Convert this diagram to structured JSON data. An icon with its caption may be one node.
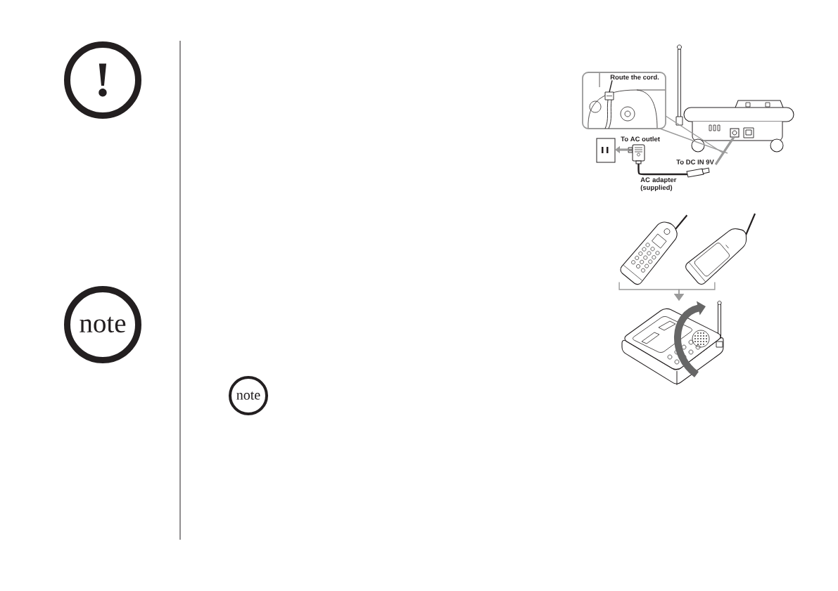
{
  "diagram": {
    "nodes": [
      {
        "text": [
          "!"
        ]
      },
      {
        "text": [
          "note"
        ]
      },
      {
        "text": [
          "note"
        ]
      },
      {
        "text": [],
        "shape": "picture"
      },
      {
        "text": [],
        "shape": "picture"
      },
      {
        "text": [
          "Route the cord."
        ],
        "in": 4
      },
      {
        "text": [],
        "shape": "picture",
        "in": 4
      },
      {
        "text": [],
        "shape": "picture"
      },
      {
        "text": [],
        "shape": "picture"
      },
      {
        "text": [
          "To DC IN 9V"
        ]
      },
      {
        "text": [],
        "shape": "box",
        "in": 3
      },
      {
        "text": [],
        "shape": "picture"
      },
      {
        "text": [],
        "shape": "picture"
      },
      {
        "text": [],
        "shape": "picture"
      }
    ],
    "edges": [
      {
        "from": 8,
        "to": 7,
        "arrow": "to",
        "style": "thick"
      },
      {
        "from": 9,
        "to": 10,
        "arrow": "none",
        "style": "thick"
      },
      {
        "from": 5,
        "to": 6,
        "arrow": "none",
        "color": "#231f20"
      },
      {
        "from": 4,
        "to": 3,
        "arrow": "none"
      },
      {
        "from": 4,
        "to": 3,
        "arrow": "none"
      },
      {
        "from": 11,
        "to": 13,
        "arrow": "to"
      },
      {
        "from": 12,
        "to": 13,
        "arrow": "to"
      }
    ],
    "labels": [
      "To AC outlet",
      "AC adapter (supplied)"
    ]
  }
}
